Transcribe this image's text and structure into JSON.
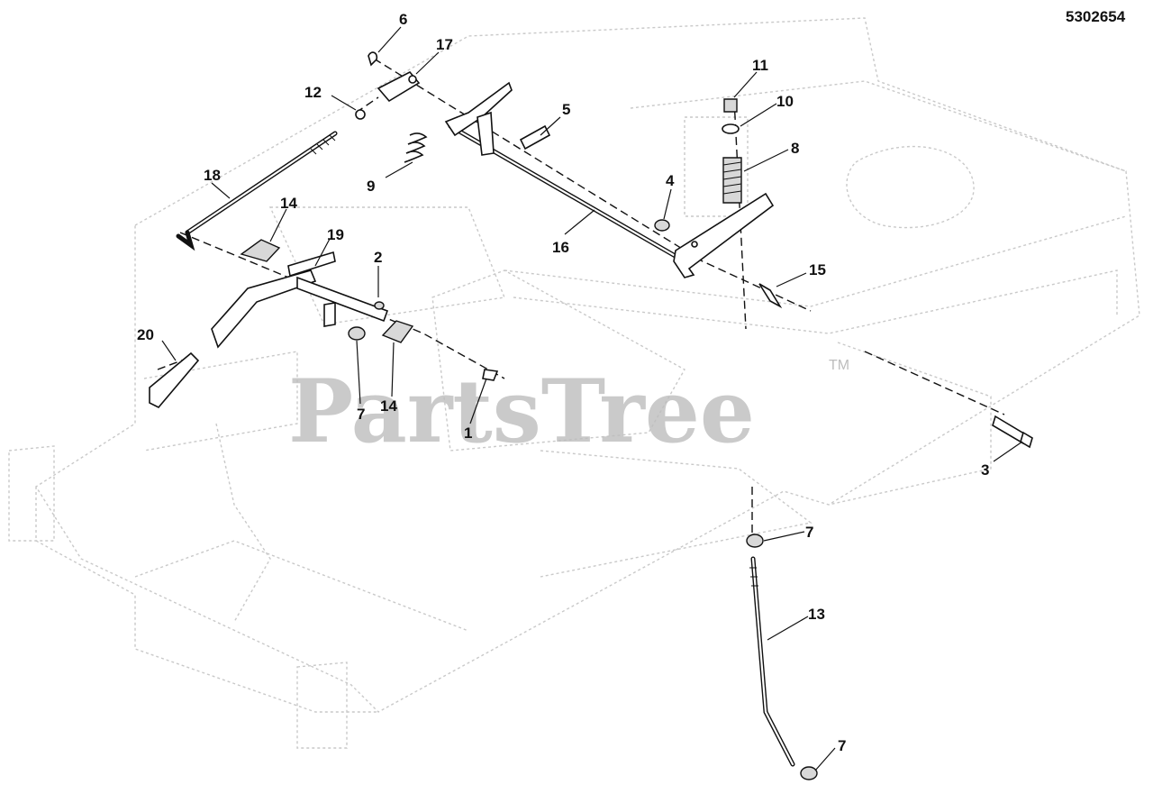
{
  "document_number": "5302654",
  "watermark": {
    "text": "PartsTree",
    "trademark": "TM"
  },
  "callouts": [
    {
      "id": "c1",
      "text": "1"
    },
    {
      "id": "c2",
      "text": "2"
    },
    {
      "id": "c3",
      "text": "3"
    },
    {
      "id": "c4",
      "text": "4"
    },
    {
      "id": "c5",
      "text": "5"
    },
    {
      "id": "c6",
      "text": "6"
    },
    {
      "id": "c7a",
      "text": "7"
    },
    {
      "id": "c7b",
      "text": "7"
    },
    {
      "id": "c7c",
      "text": "7"
    },
    {
      "id": "c8",
      "text": "8"
    },
    {
      "id": "c9",
      "text": "9"
    },
    {
      "id": "c10",
      "text": "10"
    },
    {
      "id": "c11",
      "text": "11"
    },
    {
      "id": "c12",
      "text": "12"
    },
    {
      "id": "c13",
      "text": "13"
    },
    {
      "id": "c14a",
      "text": "14"
    },
    {
      "id": "c14b",
      "text": "14"
    },
    {
      "id": "c15",
      "text": "15"
    },
    {
      "id": "c16",
      "text": "16"
    },
    {
      "id": "c17",
      "text": "17"
    },
    {
      "id": "c18",
      "text": "18"
    },
    {
      "id": "c19",
      "text": "19"
    },
    {
      "id": "c20",
      "text": "20"
    }
  ]
}
